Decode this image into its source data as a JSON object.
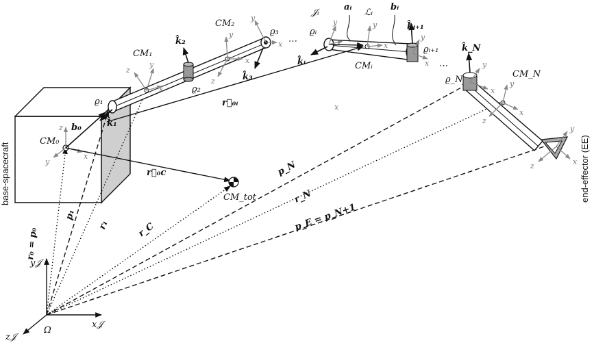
{
  "labels": {
    "base": "base-spacecraft",
    "ee": "end-effector (EE)",
    "cm0": "CM₀",
    "cm1": "CM₁",
    "cm2": "CM₂",
    "cmi": "CMᵢ",
    "cmn": "CM_N",
    "cmtot": "CM_tot",
    "rho1": "ϱ₁",
    "rho2": "ϱ₂",
    "rho3": "ϱ₃",
    "rhoi": "ϱᵢ",
    "rhoi1": "ϱᵢ₊₁",
    "rhon": "ϱ_N",
    "ji": "𝒥ᵢ",
    "ai": "aᵢ",
    "li": "ℒᵢ",
    "bi": "bᵢ",
    "k1": "k̂₁",
    "k2": "k̂₂",
    "k3": "k̂₃",
    "ki": "k̂ᵢ",
    "ki1": "k̂ᵢ₊₁",
    "kn": "k̂_N",
    "b0": "b₀",
    "r0i": "r⃗₀ᵢ",
    "r0c": "r⃗₀c",
    "pn": "p_N",
    "rn": "r_N",
    "pe": "p_E = p_N+1",
    "rc": "r_C",
    "r1": "r₁",
    "p1": "p₁",
    "r0p0": "r₀ = p₀",
    "yj": "y𝒥",
    "xj": "x𝒥",
    "zj": "z𝒥",
    "omega": "Ω",
    "ellipsis": "⋯"
  },
  "axes": {
    "x": "x",
    "y": "y",
    "z": "z"
  }
}
